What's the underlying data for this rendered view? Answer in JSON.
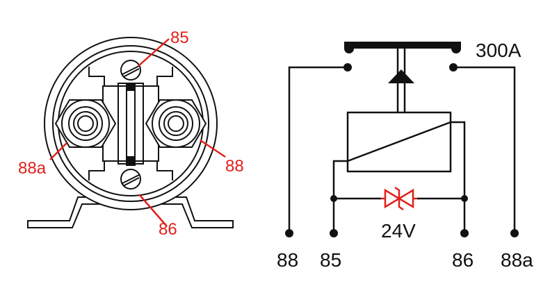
{
  "front_view": {
    "labels": {
      "top": "85",
      "left": "88a",
      "right": "88",
      "bottom": "86"
    }
  },
  "schematic": {
    "rating": "300A",
    "voltage": "24V",
    "terminals": [
      "88",
      "85",
      "86",
      "88a"
    ]
  },
  "colors": {
    "label_red": "#e0201a",
    "diode_red": "#e0201a",
    "line": "#111111"
  },
  "icons": {
    "diode": "bidirectional-tvs-diode-icon"
  }
}
